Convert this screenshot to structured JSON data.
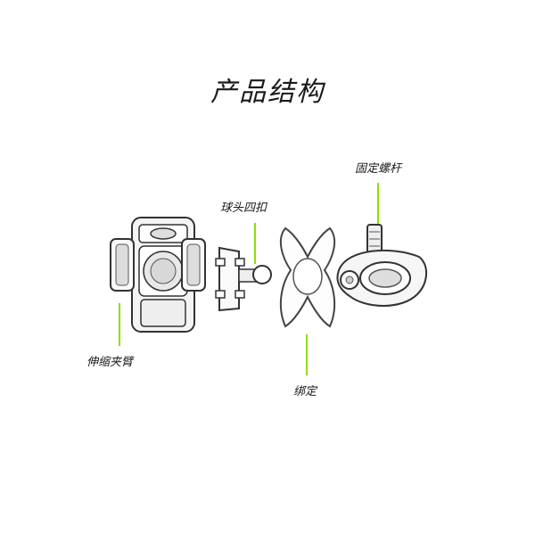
{
  "title": "产品结构",
  "labels": {
    "arm": "伸缩夹臂",
    "ball_clip": "球头四扣",
    "strap": "绑定",
    "screw": "固定螺杆"
  },
  "colors": {
    "leader": "#8fe000",
    "outline": "#333333",
    "fill_light": "#f4f4f4"
  }
}
